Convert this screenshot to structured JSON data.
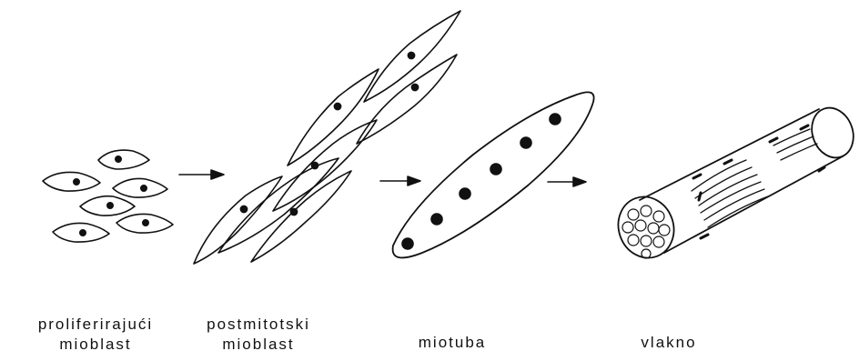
{
  "stages": [
    {
      "id": "proliferating",
      "label_lines": [
        "proliferirajući",
        "mioblast"
      ]
    },
    {
      "id": "postmitotic",
      "label_lines": [
        "postmitotski",
        "mioblast"
      ]
    },
    {
      "id": "myotube",
      "label_lines": [
        "miotuba"
      ]
    },
    {
      "id": "fiber",
      "label_lines": [
        "vlakno"
      ]
    }
  ],
  "colors": {
    "ink": "#111111",
    "background": "#ffffff"
  }
}
